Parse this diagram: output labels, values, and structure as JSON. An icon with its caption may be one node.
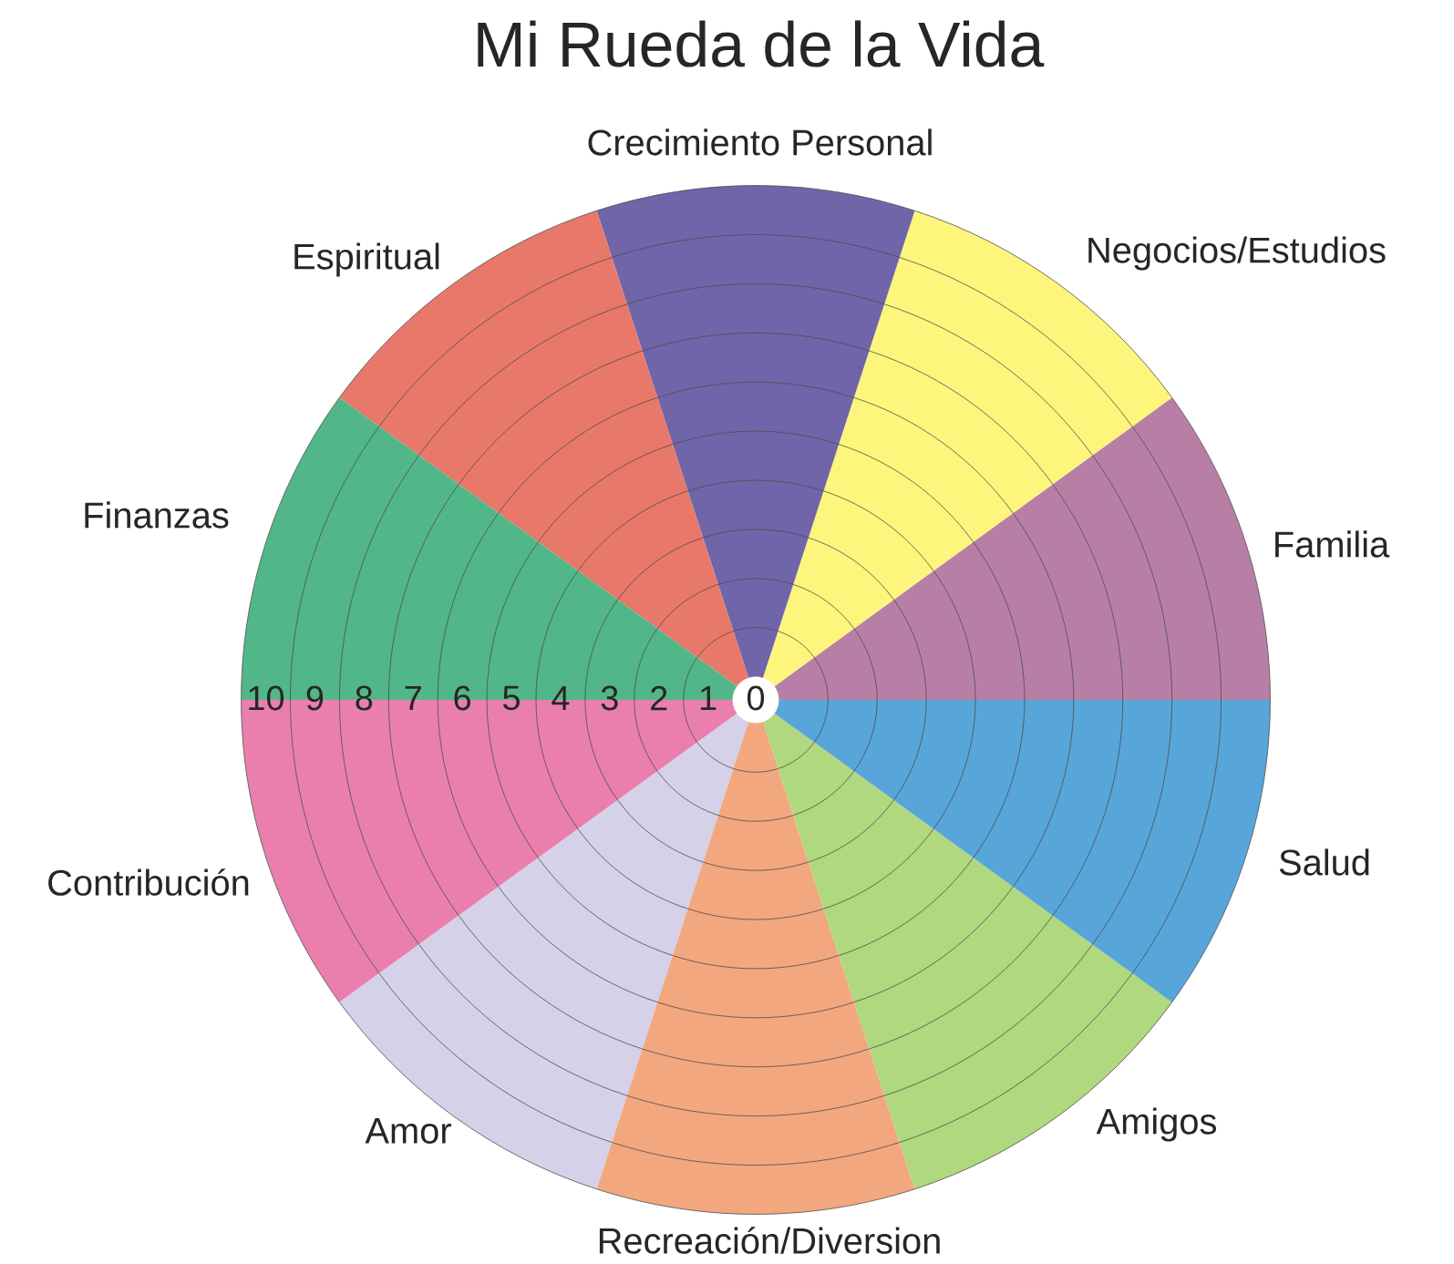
{
  "diagram": {
    "title": "Mi Rueda de la Vida",
    "nodes": [
      {
        "text": [
          "Familia"
        ]
      },
      {
        "text": [
          "Negocios/Estudios"
        ]
      },
      {
        "text": [
          "Crecimiento Personal"
        ]
      },
      {
        "text": [
          "Espiritual"
        ]
      },
      {
        "text": [
          "Finanzas"
        ]
      },
      {
        "text": [
          "Contribución"
        ]
      },
      {
        "text": [
          "Amor"
        ]
      },
      {
        "text": [
          "Recreación/Diversion"
        ]
      },
      {
        "text": [
          "Amigos"
        ]
      },
      {
        "text": [
          "Salud"
        ]
      }
    ],
    "labels": [
      "10",
      "9",
      "8",
      "7",
      "6",
      "5",
      "4",
      "3",
      "2",
      "1",
      "0"
    ]
  }
}
